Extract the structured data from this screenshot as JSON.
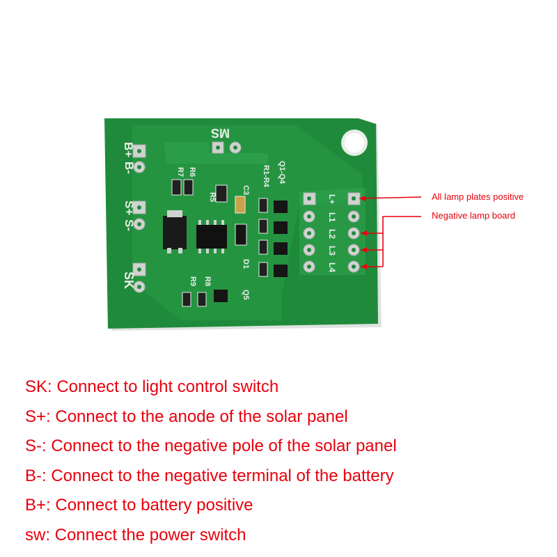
{
  "board": {
    "silkscreen": {
      "ms": "MS",
      "b_plus": "B+",
      "b_minus": "B-",
      "s_plus": "S+",
      "s_minus": "S-",
      "sk": "SK",
      "r6": "R6",
      "r7": "R7",
      "r5": "R5",
      "c3": "C3",
      "r1_r4": "R1-R4",
      "q1_q4": "Q1-Q4",
      "d1": "D1",
      "r8": "R8",
      "r9": "R9",
      "q5": "Q5",
      "l_plus": "L+",
      "l1": "L1",
      "l2": "L2",
      "l3": "L3",
      "l4": "L4"
    },
    "colors": {
      "board": "#1f8a3b",
      "trace": "#2aa34a",
      "pad": "#cfd3d0",
      "annotation": "#e8000d"
    }
  },
  "annotations": {
    "positive": "All lamp plates positive",
    "negative": "Negative lamp board"
  },
  "legend": [
    "SK: Connect to light control switch",
    "S+: Connect to the anode of the solar panel",
    "S-: Connect to the negative pole of the solar panel",
    "B-: Connect to the negative terminal of the battery",
    "B+: Connect to battery positive",
    "sw: Connect the power switch"
  ]
}
